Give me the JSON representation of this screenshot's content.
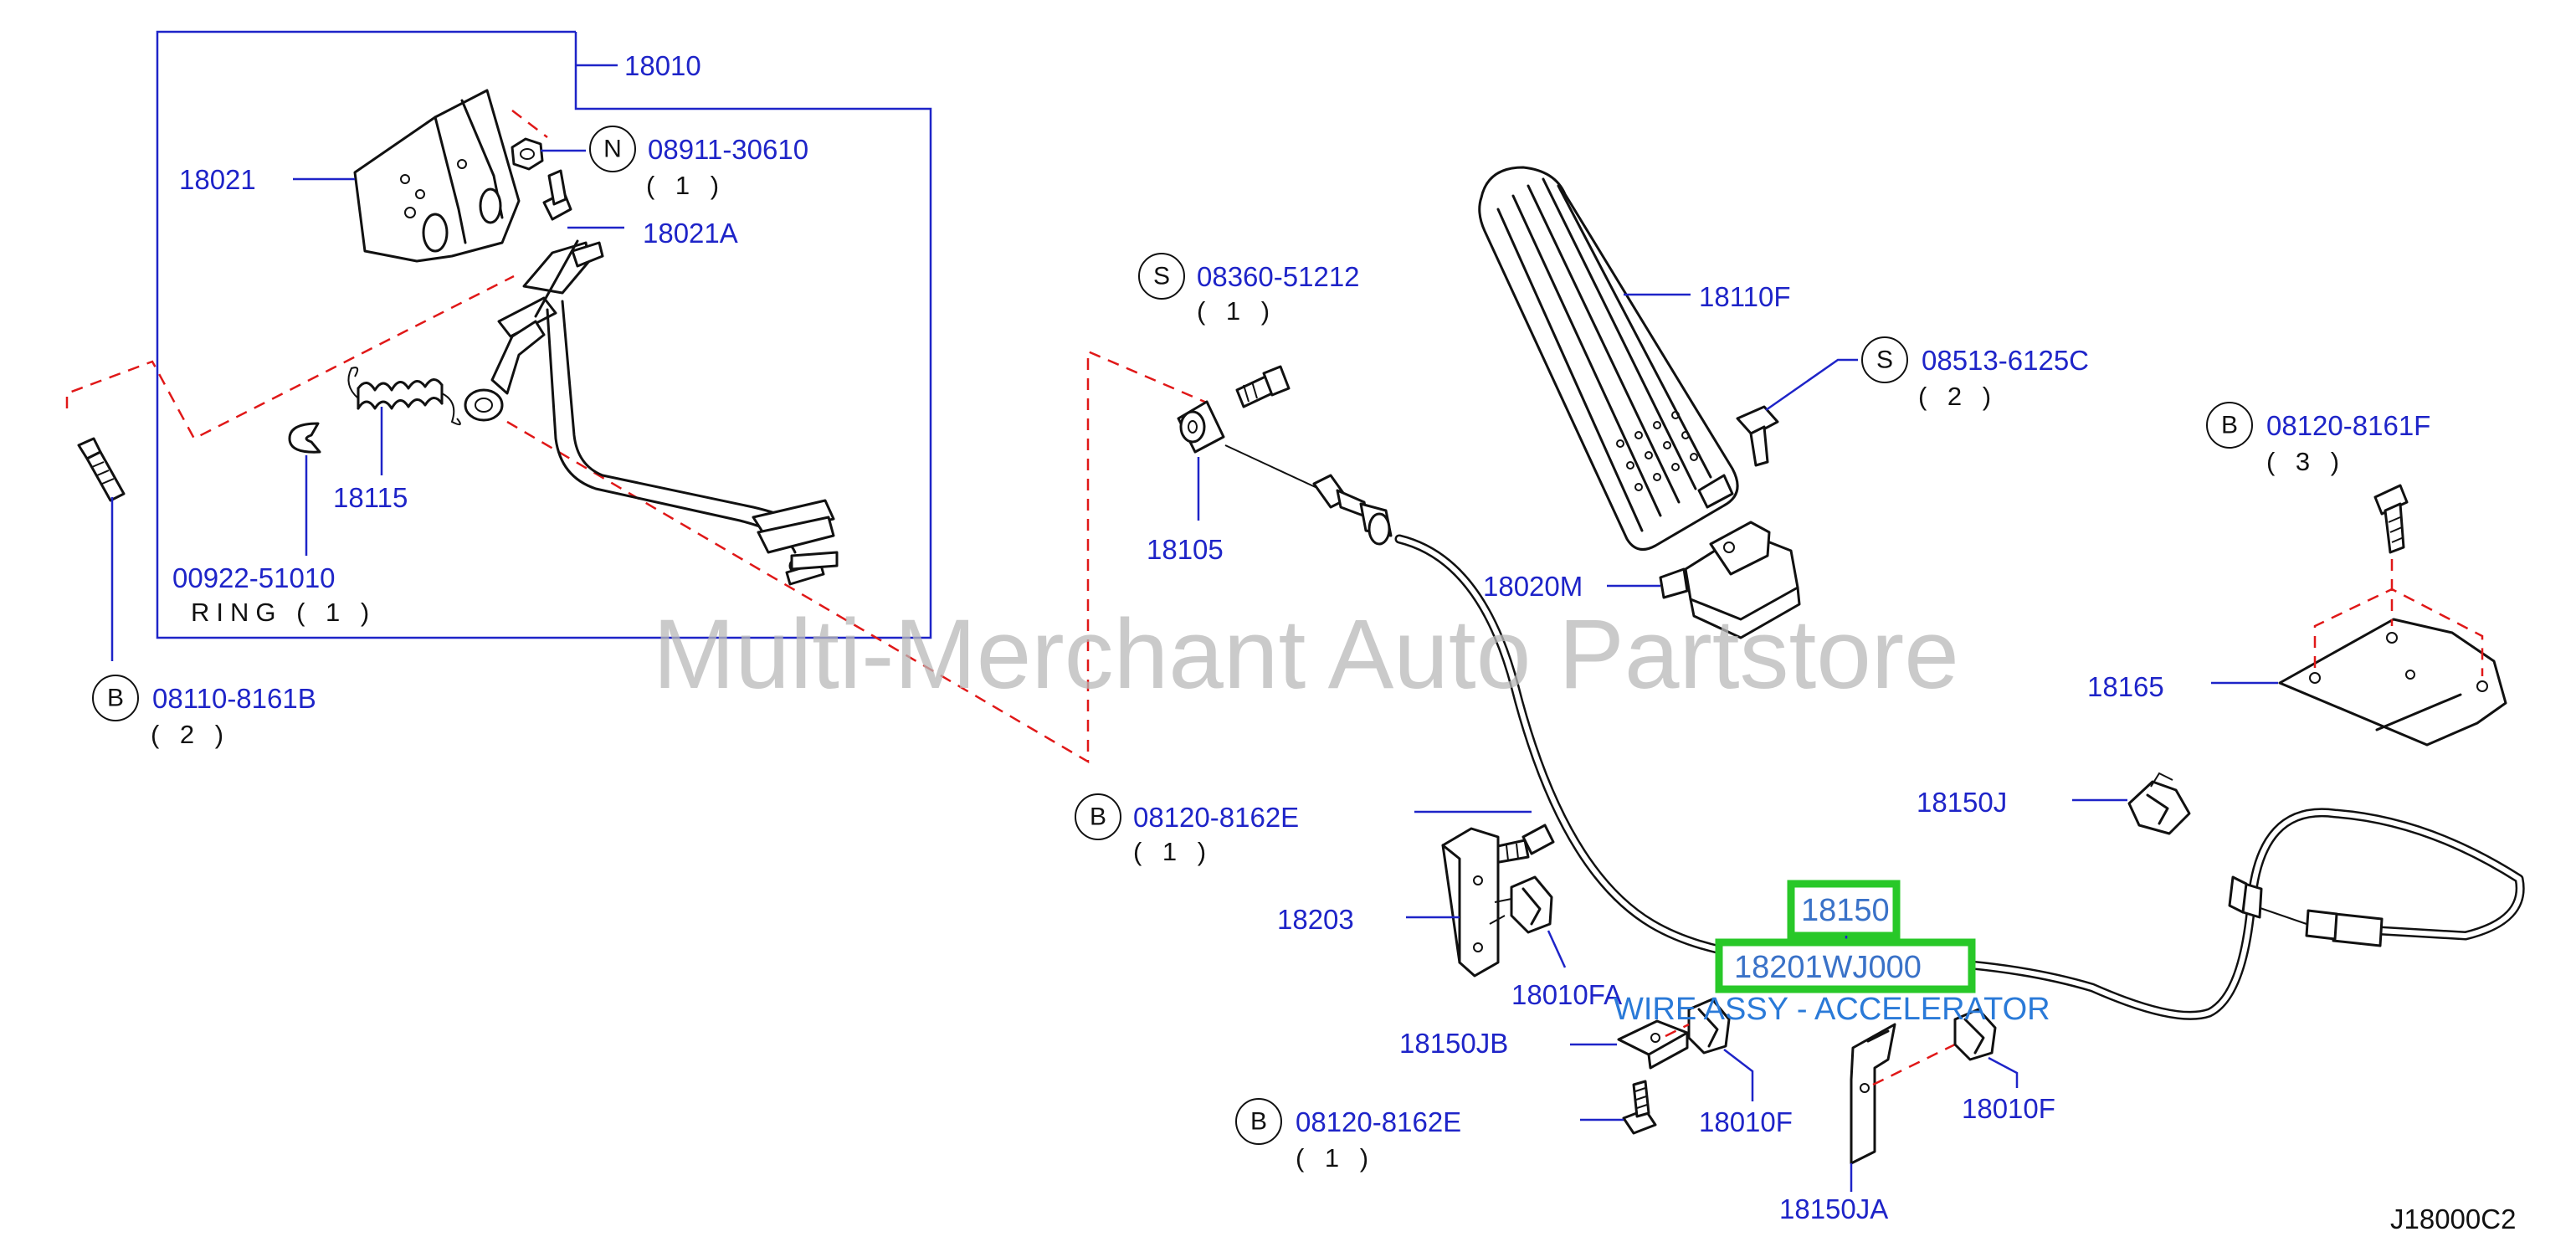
{
  "parts": {
    "p18010": "18010",
    "p18021": "18021",
    "p08911": "08911-30610",
    "p08911_qty": "( 1 )",
    "p08911_badge": "N",
    "p18021A": "18021A",
    "p18115": "18115",
    "p00922": "00922-51010",
    "ring": "RING ( 1 )",
    "p08110": "08110-8161B",
    "p08110_qty": "( 2 )",
    "p08110_badge": "B",
    "p08360": "08360-51212",
    "p08360_qty": "( 1 )",
    "p08360_badge": "S",
    "p18105": "18105",
    "p18110F": "18110F",
    "p08513": "08513-6125C",
    "p08513_qty": "( 2 )",
    "p08513_badge": "S",
    "p18020M": "18020M",
    "p08120F": "08120-8161F",
    "p08120F_qty": "( 3 )",
    "p08120F_badge": "B",
    "p18165": "18165",
    "p18150J": "18150J",
    "p08120E_a": "08120-8162E",
    "p08120E_a_qty": "( 1 )",
    "p08120E_a_badge": "B",
    "p18203": "18203",
    "p18010FA": "18010FA",
    "p18150JB": "18150JB",
    "p18010F_a": "18010F",
    "p18010F_b": "18010F",
    "p08120E_b": "08120-8162E",
    "p08120E_b_qty": "( 1 )",
    "p08120E_b_badge": "B",
    "p18150JA": "18150JA",
    "p18150": "18150"
  },
  "highlight": {
    "part_number": "18201WJ000",
    "description": "WIRE ASSY - ACCELERATOR"
  },
  "watermark": "Multi-Merchant Auto Partstore",
  "diagram_code": "J18000C2",
  "colors": {
    "label_blue": "#1e24c8",
    "dash_red": "#e01818",
    "highlight_green": "#28c828",
    "description_blue": "#2a7ad8"
  }
}
